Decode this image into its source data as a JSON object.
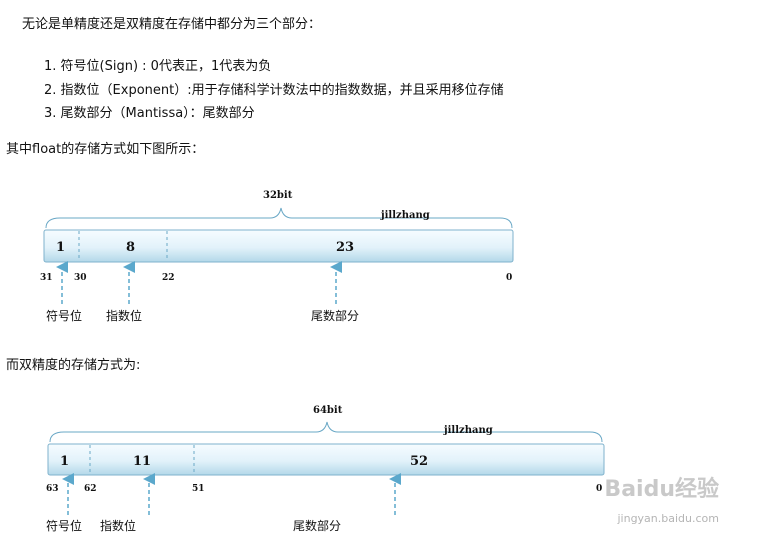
{
  "text": {
    "intro": "无论是单精度还是双精度在存储中都分为三个部分：",
    "items": [
      "1. 符号位(Sign) : 0代表正，1代表为负",
      "2. 指数位（Exponent）:用于存储科学计数法中的指数数据，并且采用移位存储",
      "3. 尾数部分（Mantissa）：尾数部分"
    ],
    "float_intro": "其中float的存储方式如下图所示：",
    "double_intro": "而双精度的存储方式为:"
  },
  "float": {
    "title": "32bit",
    "author": "jillzhang",
    "fields": [
      "1",
      "8",
      "23"
    ],
    "ticks": [
      "31",
      "30",
      "22",
      "0"
    ],
    "captions": [
      "符号位",
      "指数位",
      "尾数部分"
    ]
  },
  "double": {
    "title": "64bit",
    "author": "jillzhang",
    "fields": [
      "1",
      "11",
      "52"
    ],
    "ticks": [
      "63",
      "62",
      "51",
      "0"
    ],
    "captions": [
      "符号位",
      "指数位",
      "尾数部分"
    ]
  },
  "watermark": {
    "brand": "Baidu经验",
    "url": "jingyan.baidu.com"
  },
  "colors": {
    "bar_top": "#f4fbff",
    "bar_bottom": "#b9dceb",
    "bar_border": "#7fb2cc",
    "arrow": "#5ba8cc"
  }
}
